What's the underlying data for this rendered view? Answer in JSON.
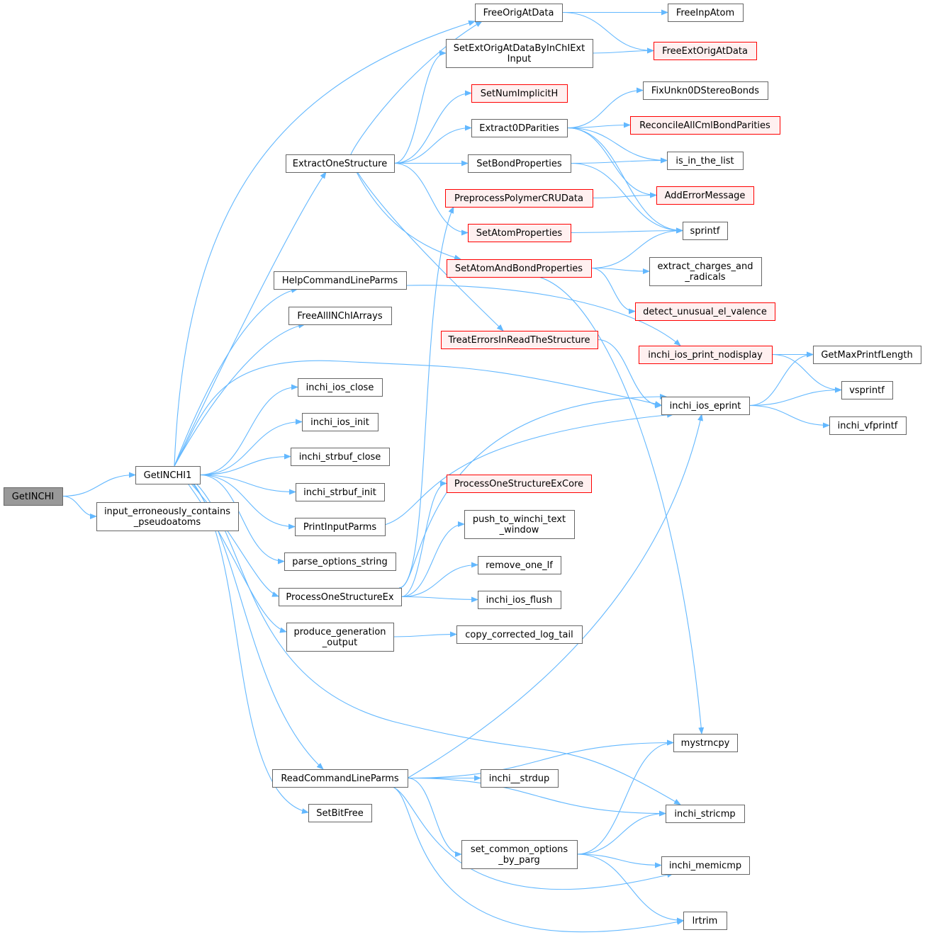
{
  "colors": {
    "edge": "#63b8ff",
    "node_border": "#666666",
    "node_fill": "#ffffff",
    "root_fill": "#999999",
    "root_border": "#666666",
    "red_border": "#ff0000",
    "red_fill": "#fff0f0"
  },
  "nodes": [
    {
      "id": "GetINCHI",
      "lines": [
        "GetINCHI"
      ],
      "style": "root"
    },
    {
      "id": "GetINCHI1",
      "lines": [
        "GetINCHI1"
      ],
      "style": "normal"
    },
    {
      "id": "input_erroneously",
      "lines": [
        "input_erroneously_contains",
        "_pseudoatoms"
      ],
      "style": "normal"
    },
    {
      "id": "ExtractOneStructure",
      "lines": [
        "ExtractOneStructure"
      ],
      "style": "normal"
    },
    {
      "id": "HelpCommandLineParms",
      "lines": [
        "HelpCommandLineParms"
      ],
      "style": "normal"
    },
    {
      "id": "FreeAllINChIArrays",
      "lines": [
        "FreeAllINChIArrays"
      ],
      "style": "normal"
    },
    {
      "id": "inchi_ios_close",
      "lines": [
        "inchi_ios_close"
      ],
      "style": "normal"
    },
    {
      "id": "inchi_ios_init",
      "lines": [
        "inchi_ios_init"
      ],
      "style": "normal"
    },
    {
      "id": "inchi_strbuf_close",
      "lines": [
        "inchi_strbuf_close"
      ],
      "style": "normal"
    },
    {
      "id": "inchi_strbuf_init",
      "lines": [
        "inchi_strbuf_init"
      ],
      "style": "normal"
    },
    {
      "id": "PrintInputParms",
      "lines": [
        "PrintInputParms"
      ],
      "style": "normal"
    },
    {
      "id": "parse_options_string",
      "lines": [
        "parse_options_string"
      ],
      "style": "normal"
    },
    {
      "id": "ProcessOneStructureEx",
      "lines": [
        "ProcessOneStructureEx"
      ],
      "style": "normal"
    },
    {
      "id": "produce_generation_output",
      "lines": [
        "produce_generation",
        "_output"
      ],
      "style": "normal"
    },
    {
      "id": "ReadCommandLineParms",
      "lines": [
        "ReadCommandLineParms"
      ],
      "style": "normal"
    },
    {
      "id": "SetBitFree",
      "lines": [
        "SetBitFree"
      ],
      "style": "normal"
    },
    {
      "id": "FreeOrigAtData",
      "lines": [
        "FreeOrigAtData"
      ],
      "style": "normal"
    },
    {
      "id": "SetExtOrigAtDataByInChIExtInput",
      "lines": [
        "SetExtOrigAtDataByInChIExt",
        "Input"
      ],
      "style": "normal"
    },
    {
      "id": "SetNumImplicitH",
      "lines": [
        "SetNumImplicitH"
      ],
      "style": "red"
    },
    {
      "id": "Extract0DParities",
      "lines": [
        "Extract0DParities"
      ],
      "style": "normal"
    },
    {
      "id": "SetBondProperties",
      "lines": [
        "SetBondProperties"
      ],
      "style": "normal"
    },
    {
      "id": "PreprocessPolymerCRUData",
      "lines": [
        "PreprocessPolymerCRUData"
      ],
      "style": "red"
    },
    {
      "id": "SetAtomProperties",
      "lines": [
        "SetAtomProperties"
      ],
      "style": "red"
    },
    {
      "id": "SetAtomAndBondProperties",
      "lines": [
        "SetAtomAndBondProperties"
      ],
      "style": "red"
    },
    {
      "id": "TreatErrorsInReadTheStructure",
      "lines": [
        "TreatErrorsInReadTheStructure"
      ],
      "style": "red"
    },
    {
      "id": "ProcessOneStructureExCore",
      "lines": [
        "ProcessOneStructureExCore"
      ],
      "style": "red"
    },
    {
      "id": "push_to_winchi_text_window",
      "lines": [
        "push_to_winchi_text",
        "_window"
      ],
      "style": "normal"
    },
    {
      "id": "remove_one_lf",
      "lines": [
        "remove_one_lf"
      ],
      "style": "normal"
    },
    {
      "id": "inchi_ios_flush",
      "lines": [
        "inchi_ios_flush"
      ],
      "style": "normal"
    },
    {
      "id": "copy_corrected_log_tail",
      "lines": [
        "copy_corrected_log_tail"
      ],
      "style": "normal"
    },
    {
      "id": "inchi__strdup",
      "lines": [
        "inchi__strdup"
      ],
      "style": "normal"
    },
    {
      "id": "set_common_options_by_parg",
      "lines": [
        "set_common_options",
        "_by_parg"
      ],
      "style": "normal"
    },
    {
      "id": "FreeInpAtom",
      "lines": [
        "FreeInpAtom"
      ],
      "style": "normal"
    },
    {
      "id": "FreeExtOrigAtData",
      "lines": [
        "FreeExtOrigAtData"
      ],
      "style": "red"
    },
    {
      "id": "FixUnkn0DStereoBonds",
      "lines": [
        "FixUnkn0DStereoBonds"
      ],
      "style": "normal"
    },
    {
      "id": "ReconcileAllCmlBondParities",
      "lines": [
        "ReconcileAllCmlBondParities"
      ],
      "style": "red"
    },
    {
      "id": "is_in_the_list",
      "lines": [
        "is_in_the_list"
      ],
      "style": "normal"
    },
    {
      "id": "AddErrorMessage",
      "lines": [
        "AddErrorMessage"
      ],
      "style": "red"
    },
    {
      "id": "sprintf",
      "lines": [
        "sprintf"
      ],
      "style": "normal"
    },
    {
      "id": "extract_charges_and_radicals",
      "lines": [
        "extract_charges_and",
        "_radicals"
      ],
      "style": "normal"
    },
    {
      "id": "detect_unusual_el_valence",
      "lines": [
        "detect_unusual_el_valence"
      ],
      "style": "red"
    },
    {
      "id": "inchi_ios_print_nodisplay",
      "lines": [
        "inchi_ios_print_nodisplay"
      ],
      "style": "red"
    },
    {
      "id": "inchi_ios_eprint",
      "lines": [
        "inchi_ios_eprint"
      ],
      "style": "normal"
    },
    {
      "id": "mystrncpy",
      "lines": [
        "mystrncpy"
      ],
      "style": "normal"
    },
    {
      "id": "inchi_stricmp",
      "lines": [
        "inchi_stricmp"
      ],
      "style": "normal"
    },
    {
      "id": "inchi_memicmp",
      "lines": [
        "inchi_memicmp"
      ],
      "style": "normal"
    },
    {
      "id": "lrtrim",
      "lines": [
        "lrtrim"
      ],
      "style": "normal"
    },
    {
      "id": "GetMaxPrintfLength",
      "lines": [
        "GetMaxPrintfLength"
      ],
      "style": "normal"
    },
    {
      "id": "vsprintf",
      "lines": [
        "vsprintf"
      ],
      "style": "normal"
    },
    {
      "id": "inchi_vfprintf",
      "lines": [
        "inchi_vfprintf"
      ],
      "style": "normal"
    }
  ],
  "edges": [
    [
      "GetINCHI",
      "GetINCHI1"
    ],
    [
      "GetINCHI",
      "input_erroneously"
    ],
    [
      "GetINCHI1",
      "ExtractOneStructure"
    ],
    [
      "GetINCHI1",
      "FreeOrigAtData"
    ],
    [
      "GetINCHI1",
      "HelpCommandLineParms"
    ],
    [
      "GetINCHI1",
      "FreeAllINChIArrays"
    ],
    [
      "GetINCHI1",
      "inchi_ios_close"
    ],
    [
      "GetINCHI1",
      "inchi_ios_eprint"
    ],
    [
      "GetINCHI1",
      "inchi_ios_init"
    ],
    [
      "GetINCHI1",
      "inchi_strbuf_close"
    ],
    [
      "GetINCHI1",
      "inchi_strbuf_init"
    ],
    [
      "GetINCHI1",
      "PrintInputParms"
    ],
    [
      "GetINCHI1",
      "parse_options_string"
    ],
    [
      "GetINCHI1",
      "ProcessOneStructureEx"
    ],
    [
      "GetINCHI1",
      "produce_generation_output"
    ],
    [
      "GetINCHI1",
      "ReadCommandLineParms"
    ],
    [
      "GetINCHI1",
      "SetBitFree"
    ],
    [
      "GetINCHI1",
      "inchi_stricmp"
    ],
    [
      "ExtractOneStructure",
      "FreeOrigAtData"
    ],
    [
      "ExtractOneStructure",
      "SetExtOrigAtDataByInChIExtInput"
    ],
    [
      "ExtractOneStructure",
      "SetNumImplicitH"
    ],
    [
      "ExtractOneStructure",
      "Extract0DParities"
    ],
    [
      "ExtractOneStructure",
      "SetBondProperties"
    ],
    [
      "ExtractOneStructure",
      "SetAtomProperties"
    ],
    [
      "ExtractOneStructure",
      "SetAtomAndBondProperties"
    ],
    [
      "ExtractOneStructure",
      "TreatErrorsInReadTheStructure"
    ],
    [
      "FreeOrigAtData",
      "FreeInpAtom"
    ],
    [
      "FreeOrigAtData",
      "FreeExtOrigAtData"
    ],
    [
      "SetExtOrigAtDataByInChIExtInput",
      "FreeExtOrigAtData"
    ],
    [
      "Extract0DParities",
      "FixUnkn0DStereoBonds"
    ],
    [
      "Extract0DParities",
      "ReconcileAllCmlBondParities"
    ],
    [
      "Extract0DParities",
      "is_in_the_list"
    ],
    [
      "Extract0DParities",
      "AddErrorMessage"
    ],
    [
      "Extract0DParities",
      "sprintf"
    ],
    [
      "SetBondProperties",
      "is_in_the_list"
    ],
    [
      "SetBondProperties",
      "sprintf"
    ],
    [
      "PreprocessPolymerCRUData",
      "AddErrorMessage"
    ],
    [
      "SetAtomProperties",
      "sprintf"
    ],
    [
      "SetAtomAndBondProperties",
      "sprintf"
    ],
    [
      "SetAtomAndBondProperties",
      "extract_charges_and_radicals"
    ],
    [
      "SetAtomAndBondProperties",
      "detect_unusual_el_valence"
    ],
    [
      "SetAtomAndBondProperties",
      "mystrncpy"
    ],
    [
      "HelpCommandLineParms",
      "inchi_ios_print_nodisplay"
    ],
    [
      "TreatErrorsInReadTheStructure",
      "inchi_ios_eprint"
    ],
    [
      "inchi_ios_print_nodisplay",
      "GetMaxPrintfLength"
    ],
    [
      "inchi_ios_print_nodisplay",
      "vsprintf"
    ],
    [
      "inchi_ios_eprint",
      "GetMaxPrintfLength"
    ],
    [
      "inchi_ios_eprint",
      "vsprintf"
    ],
    [
      "inchi_ios_eprint",
      "inchi_vfprintf"
    ],
    [
      "PrintInputParms",
      "inchi_ios_eprint"
    ],
    [
      "ProcessOneStructureEx",
      "PreprocessPolymerCRUData"
    ],
    [
      "ProcessOneStructureEx",
      "inchi_ios_eprint"
    ],
    [
      "ProcessOneStructureEx",
      "ProcessOneStructureExCore"
    ],
    [
      "ProcessOneStructureEx",
      "push_to_winchi_text_window"
    ],
    [
      "ProcessOneStructureEx",
      "remove_one_lf"
    ],
    [
      "ProcessOneStructureEx",
      "inchi_ios_flush"
    ],
    [
      "produce_generation_output",
      "copy_corrected_log_tail"
    ],
    [
      "ReadCommandLineParms",
      "inchi_ios_eprint"
    ],
    [
      "ReadCommandLineParms",
      "mystrncpy"
    ],
    [
      "ReadCommandLineParms",
      "inchi__strdup"
    ],
    [
      "ReadCommandLineParms",
      "inchi_stricmp"
    ],
    [
      "ReadCommandLineParms",
      "set_common_options_by_parg"
    ],
    [
      "ReadCommandLineParms",
      "inchi_memicmp"
    ],
    [
      "ReadCommandLineParms",
      "lrtrim"
    ],
    [
      "set_common_options_by_parg",
      "mystrncpy"
    ],
    [
      "set_common_options_by_parg",
      "inchi_stricmp"
    ],
    [
      "set_common_options_by_parg",
      "inchi_memicmp"
    ],
    [
      "set_common_options_by_parg",
      "lrtrim"
    ]
  ]
}
